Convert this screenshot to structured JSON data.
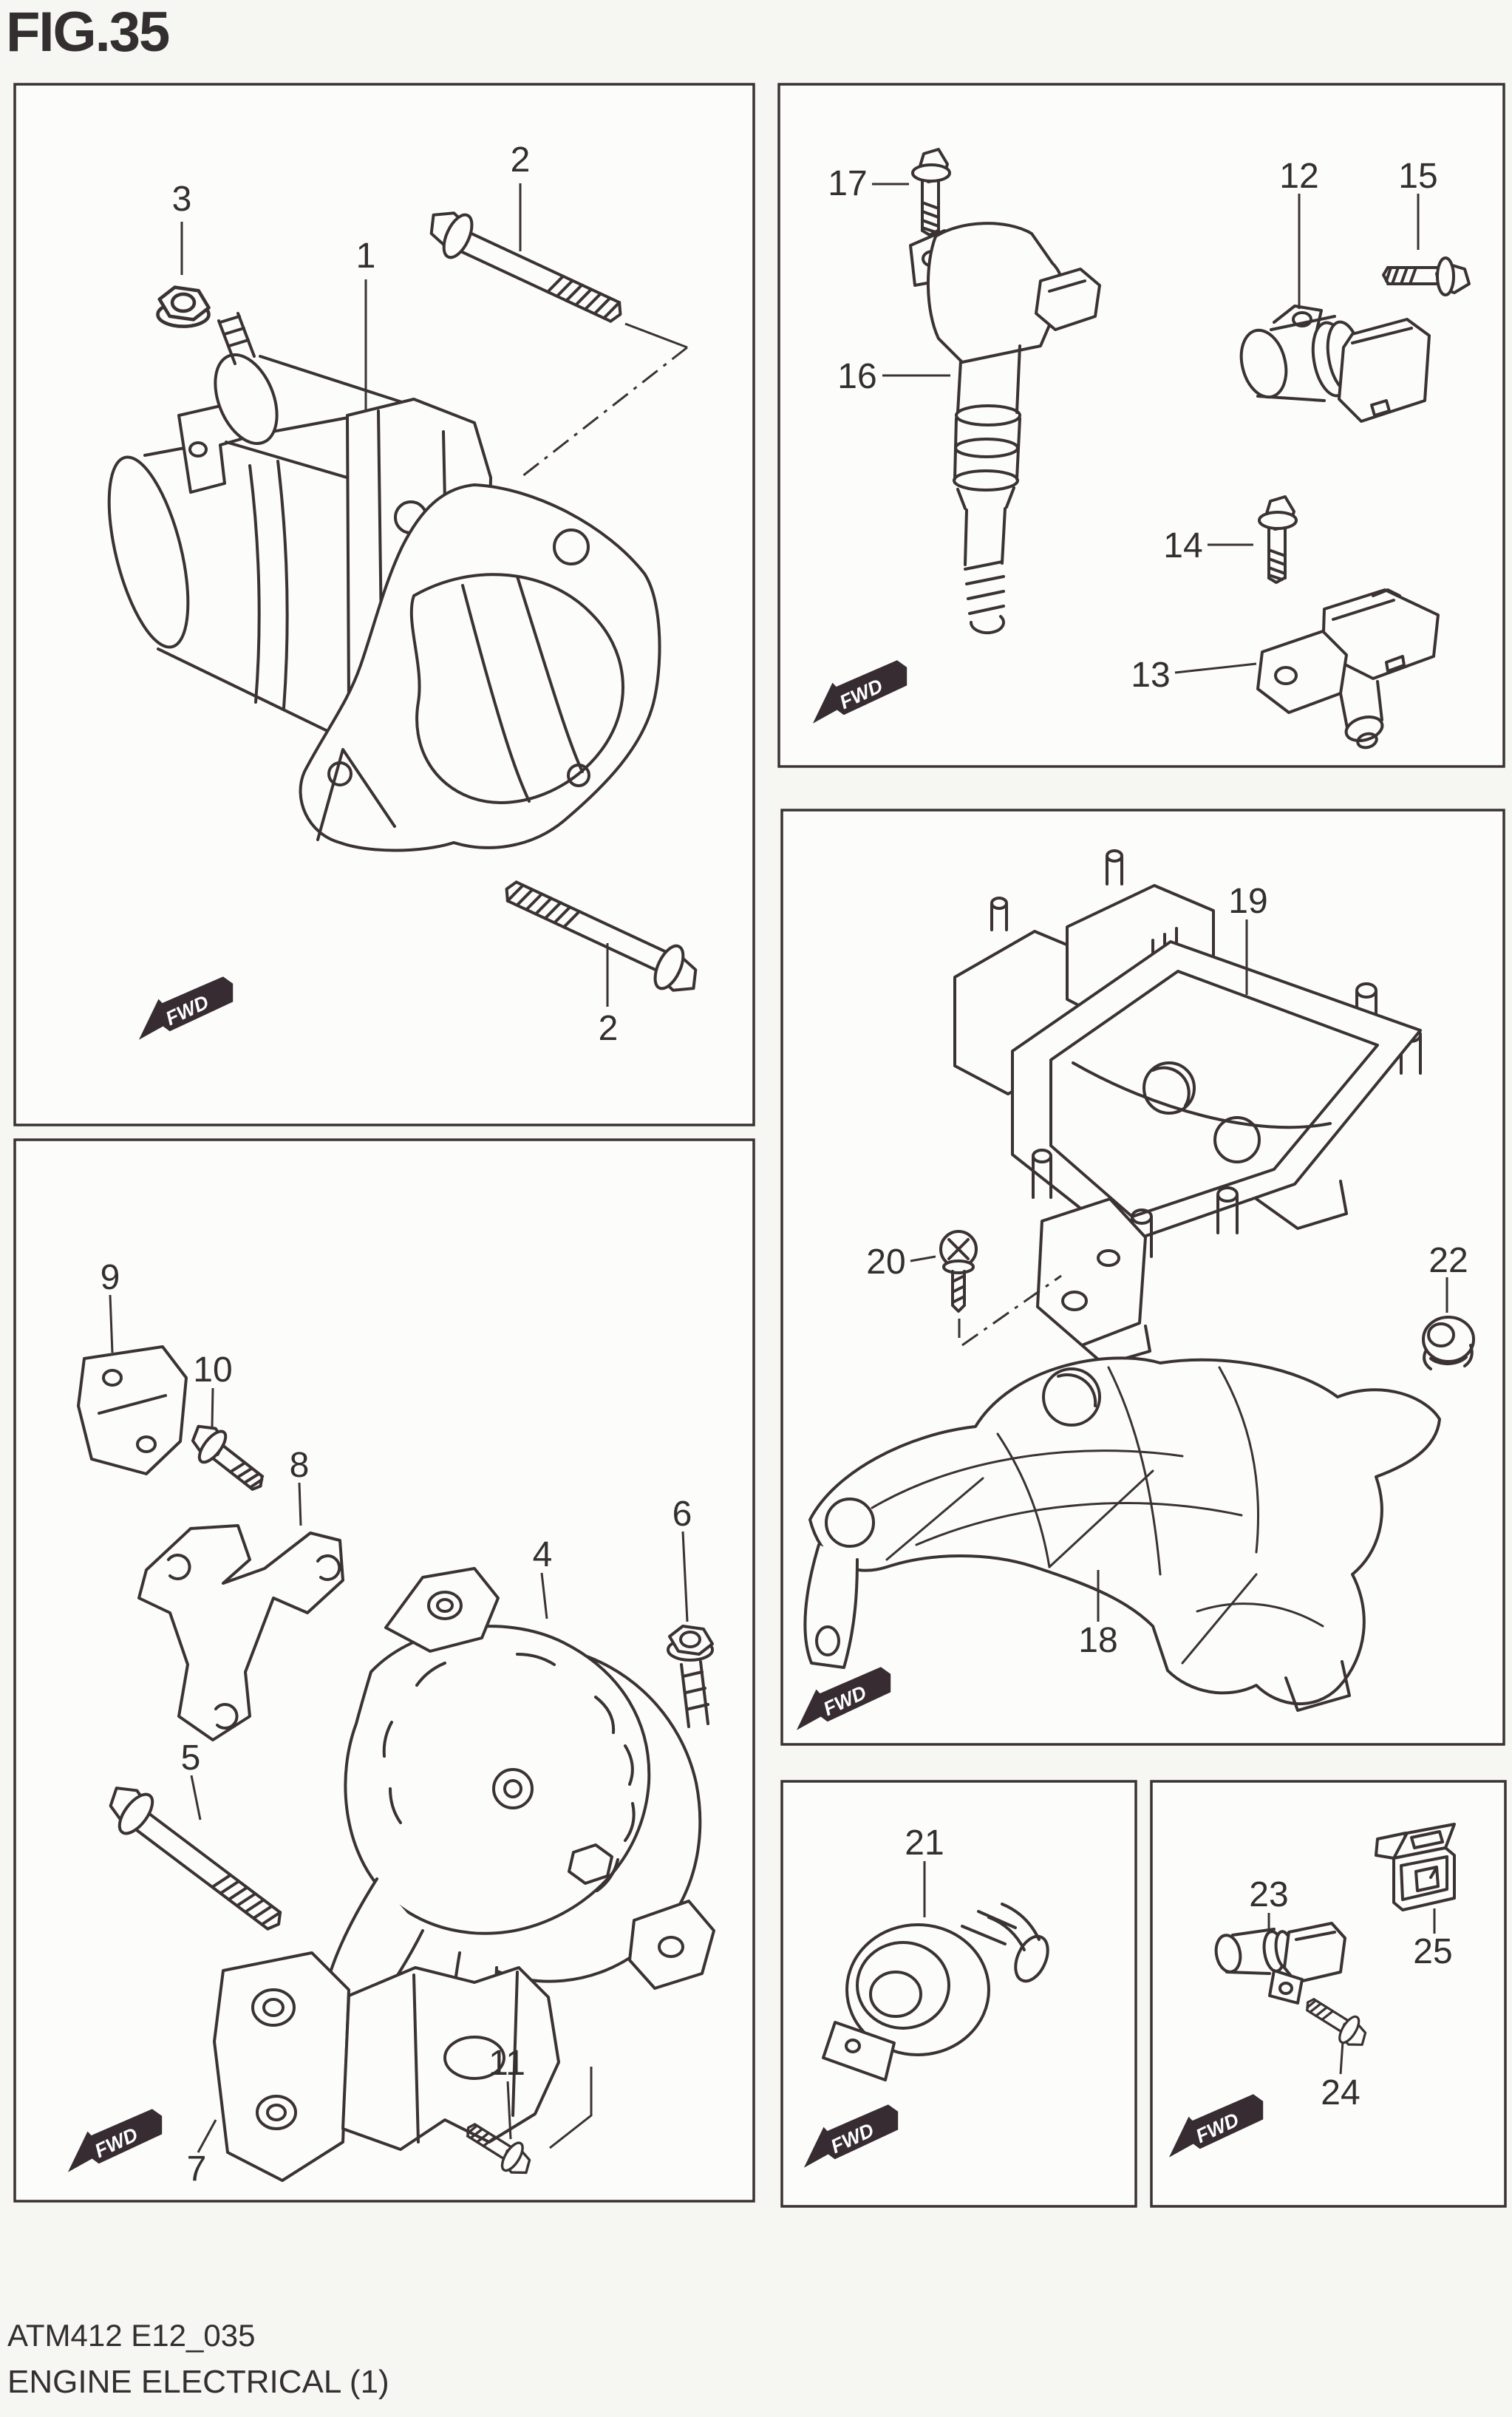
{
  "title": "FIG.35",
  "figure": {
    "code": "ATM412 E12_035",
    "name": "ENGINE ELECTRICAL (1)"
  },
  "fwd_label": "FWD",
  "callouts": {
    "1": "1",
    "2": "2",
    "3": "3",
    "4": "4",
    "5": "5",
    "6": "6",
    "7": "7",
    "8": "8",
    "9": "9",
    "10": "10",
    "11": "11",
    "12": "12",
    "13": "13",
    "14": "14",
    "15": "15",
    "16": "16",
    "17": "17",
    "18": "18",
    "19": "19",
    "20": "20",
    "21": "21",
    "22": "22",
    "23": "23",
    "24": "24",
    "25": "25"
  },
  "colors": {
    "line": "#3a3233",
    "label": "#332e30",
    "fwd": "#362c31",
    "panel": "#fcfcfa",
    "page": "#f6f6f3"
  }
}
